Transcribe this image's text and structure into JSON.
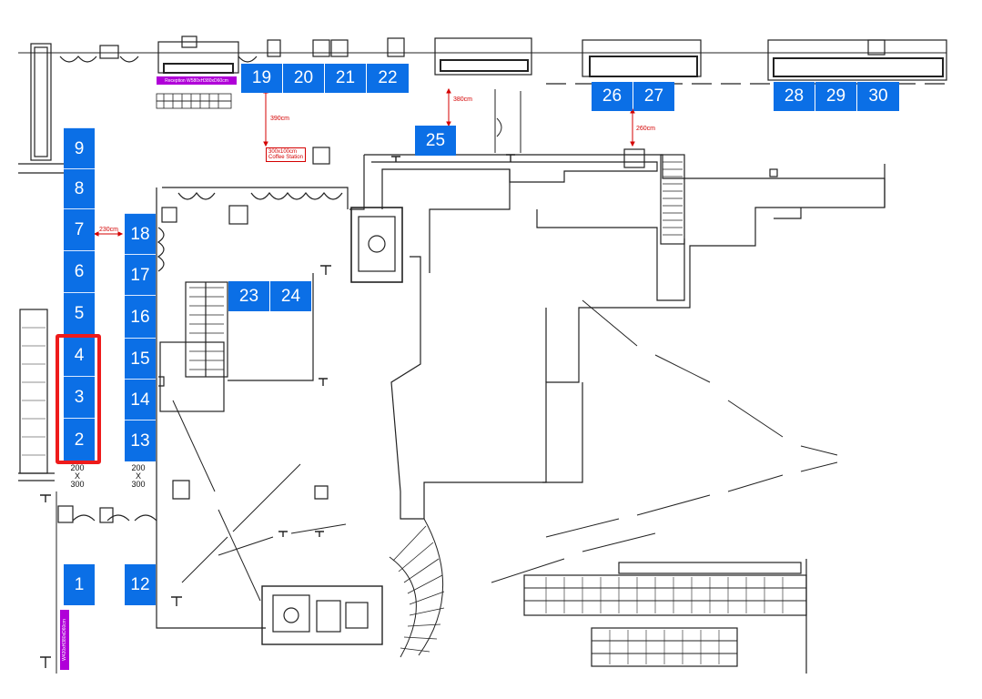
{
  "colors": {
    "booth": "#0b6fe6",
    "highlight": "#ee1b1b",
    "dimension": "#d40000",
    "reception": "#b000d8",
    "line": "#222222"
  },
  "booths": {
    "b1": "1",
    "b2": "2",
    "b3": "3",
    "b4": "4",
    "b5": "5",
    "b6": "6",
    "b7": "7",
    "b8": "8",
    "b9": "9",
    "b12": "12",
    "b13": "13",
    "b14": "14",
    "b15": "15",
    "b16": "16",
    "b17": "17",
    "b18": "18",
    "b19": "19",
    "b20": "20",
    "b21": "21",
    "b22": "22",
    "b23": "23",
    "b24": "24",
    "b25": "25",
    "b26": "26",
    "b27": "27",
    "b28": "28",
    "b29": "29",
    "b30": "30"
  },
  "annotations": {
    "gap_230": "230cm",
    "gap_390": "390cm",
    "gap_380": "380cm",
    "gap_260": "260cm",
    "coffee_size": "300x100cm",
    "coffee_name": "Coffee Station",
    "reception": "Reception W580xH380xD60cm",
    "reception_side": "W420xH380xD60cm",
    "size_left": {
      "w": "200",
      "x": "X",
      "h": "300"
    },
    "size_right": {
      "w": "200",
      "x": "X",
      "h": "300"
    }
  }
}
